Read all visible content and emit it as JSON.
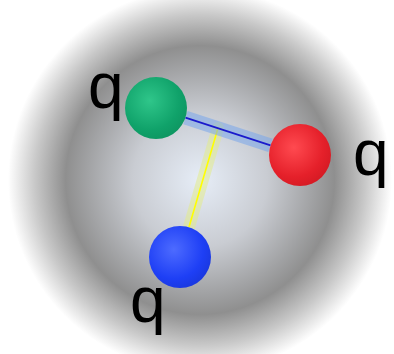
{
  "diagram": {
    "nodes": [
      {
        "text": [
          "q"
        ]
      },
      {
        "text": [
          "q"
        ]
      },
      {
        "text": [
          "q"
        ]
      }
    ],
    "edges": [
      {
        "from": 0,
        "to": 1,
        "arrow": "none"
      }
    ]
  }
}
